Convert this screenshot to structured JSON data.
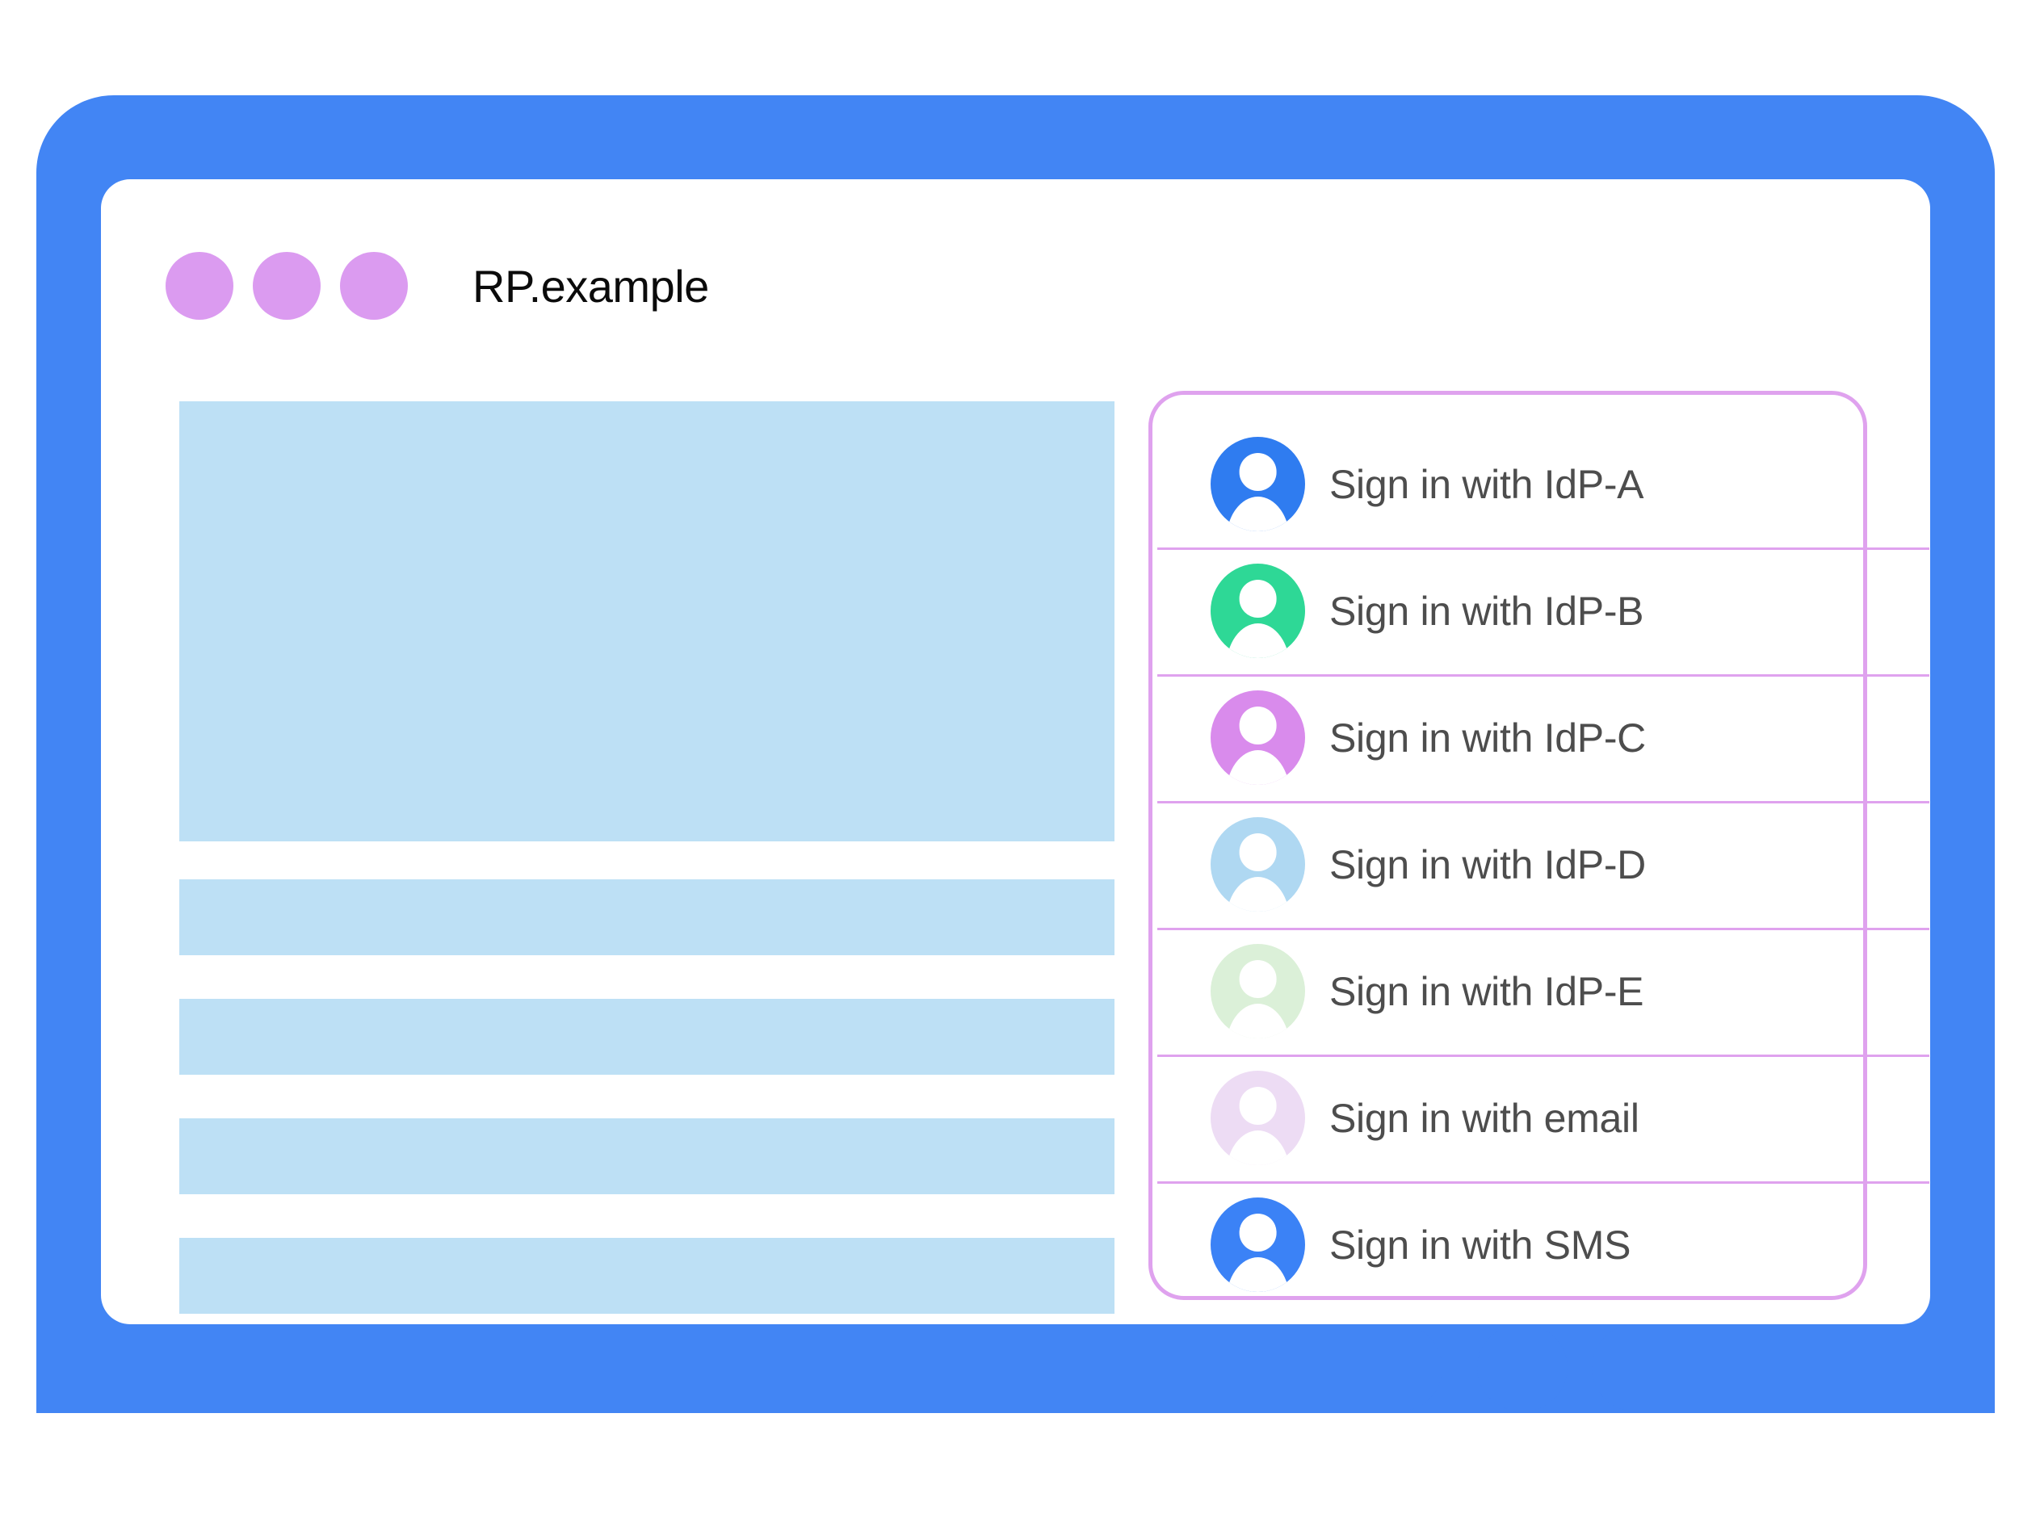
{
  "colors": {
    "frame_blue": "#4285F4",
    "placeholder_blue": "#BDE0F5",
    "card_border_purple": "#DFA2EE",
    "titlebar_dot_purple": "#DB9BF0",
    "label_text": "#4D4D4D",
    "title_text": "#0B0B0B"
  },
  "device": {
    "frame_name": "tablet-frame",
    "home_button_name": "home-button"
  },
  "titlebar": {
    "window_title": "RP.example",
    "dots": [
      "dot-1",
      "dot-2",
      "dot-3"
    ]
  },
  "content": {
    "placeholders": [
      {
        "name": "hero-placeholder",
        "kind": "hero"
      },
      {
        "name": "text-line-placeholder-1",
        "kind": "bar"
      },
      {
        "name": "text-line-placeholder-2",
        "kind": "bar"
      },
      {
        "name": "text-line-placeholder-3",
        "kind": "bar"
      },
      {
        "name": "text-line-placeholder-4",
        "kind": "bar"
      }
    ]
  },
  "signin_card": {
    "name": "account-chooser-card",
    "options": [
      {
        "label": "Sign in with IdP-A",
        "icon": "avatar-icon",
        "avatar_color": "#2F7CF0",
        "key": "idp-a"
      },
      {
        "label": "Sign in with IdP-B",
        "icon": "avatar-icon",
        "avatar_color": "#2ED896",
        "key": "idp-b"
      },
      {
        "label": "Sign in with IdP-C",
        "icon": "avatar-icon",
        "avatar_color": "#D98BEC",
        "key": "idp-c"
      },
      {
        "label": "Sign in with IdP-D",
        "icon": "avatar-icon",
        "avatar_color": "#AFD8F2",
        "key": "idp-d"
      },
      {
        "label": "Sign in with IdP-E",
        "icon": "avatar-icon",
        "avatar_color": "#DBF0D8",
        "key": "idp-e"
      },
      {
        "label": "Sign in with email",
        "icon": "avatar-icon",
        "avatar_color": "#EDDCF4",
        "key": "email"
      },
      {
        "label": "Sign in with SMS",
        "icon": "avatar-icon",
        "avatar_color": "#3B82F6",
        "key": "sms"
      }
    ]
  }
}
